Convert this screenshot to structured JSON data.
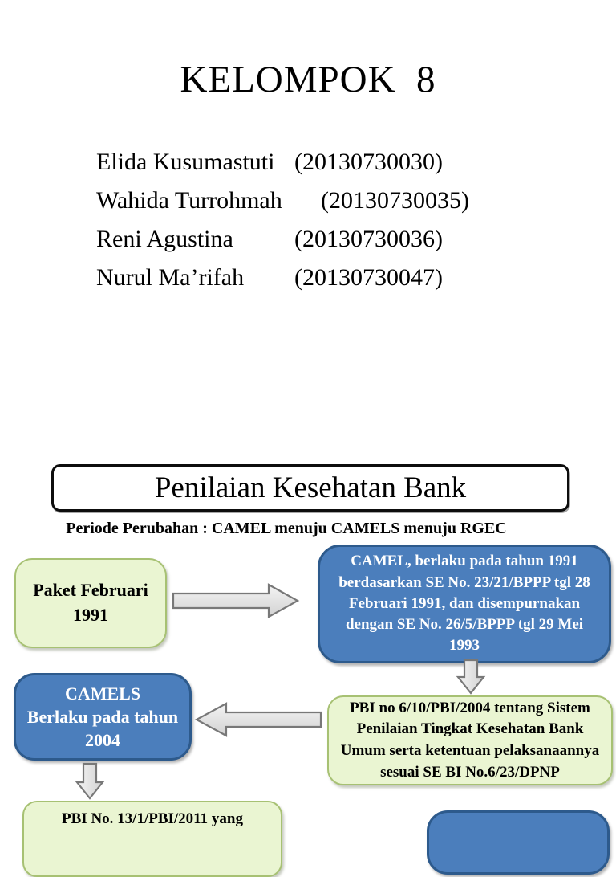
{
  "slide1": {
    "title": "KELOMPOK  8",
    "members": [
      {
        "name": "Elida Kusumastuti",
        "nim": "(20130730030)"
      },
      {
        "name": "Wahida Turrohmah",
        "nim": "(20130730035)"
      },
      {
        "name": "Reni Agustina",
        "nim": "(20130730036)"
      },
      {
        "name": "Nurul Ma’rifah",
        "nim": "(20130730047)"
      }
    ]
  },
  "slide2": {
    "title": "Penilaian Kesehatan Bank",
    "subtitle": "Periode Perubahan : CAMEL menuju CAMELS menuju RGEC",
    "flow": {
      "paket_1991": "Paket Februari 1991",
      "camel_1991": "CAMEL, berlaku pada tahun 1991\nberdasarkan SE No. 23/21/BPPP tgl 28\nFebruari 1991, dan disempurnakan\ndengan SE No. 26/5/BPPP tgl 29 Mei\n1993",
      "camels_2004_lines": [
        "CAMELS",
        "Berlaku pada tahun",
        "2004"
      ],
      "pbi_2004": "PBI no 6/10/PBI/2004 tentang Sistem\nPenilaian Tingkat Kesehatan Bank\nUmum serta ketentuan pelaksanaannya\nsesuai SE BI No.6/23/DPNP",
      "pbi_2011_partial": "PBI No. 13/1/PBI/2011 yang"
    },
    "icons": {
      "arrow_right": "block-arrow-right",
      "arrow_left": "block-arrow-left",
      "arrow_down_first": "block-arrow-down",
      "arrow_down_second": "block-arrow-down"
    },
    "colors": {
      "box_blue": "#4b7ebc",
      "box_blue_border": "#2d5a8c",
      "box_green": "#eaf5d2",
      "box_green_border": "#a7c173",
      "arrow_fill_light": "#f2f2f2",
      "arrow_fill_dark": "#d6d6d6",
      "arrow_border": "#787878",
      "title_border": "#0d0d0d"
    }
  }
}
